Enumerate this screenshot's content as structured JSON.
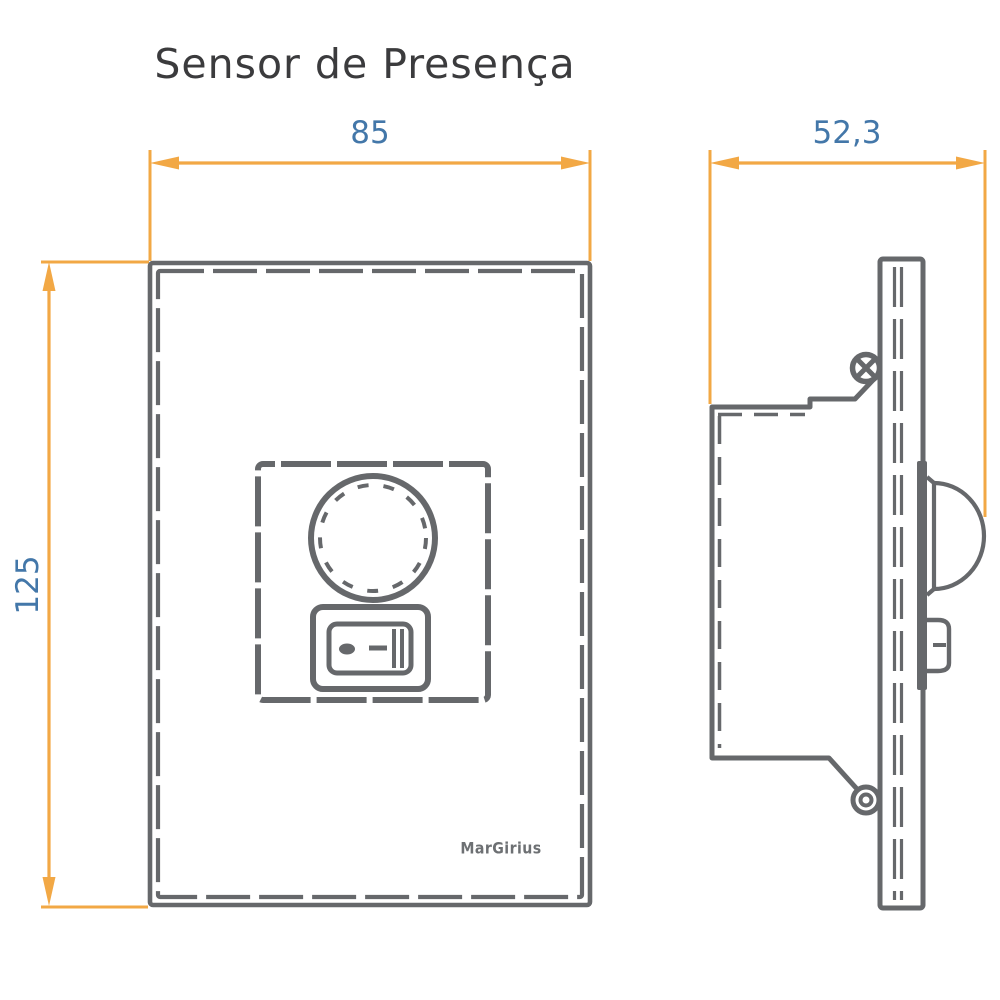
{
  "title": "Sensor de Presença",
  "views": {
    "front": {
      "width_label": "85",
      "height_label": "125",
      "brand_label": "MarGirius"
    },
    "side": {
      "depth_label": "52,3"
    }
  },
  "colors": {
    "line_gray": "#66686b",
    "dimension_orange": "#f2a845",
    "dimension_text_blue": "#4377a9",
    "title_color": "#3b3b3d",
    "brand_gray": "#6d7073"
  }
}
